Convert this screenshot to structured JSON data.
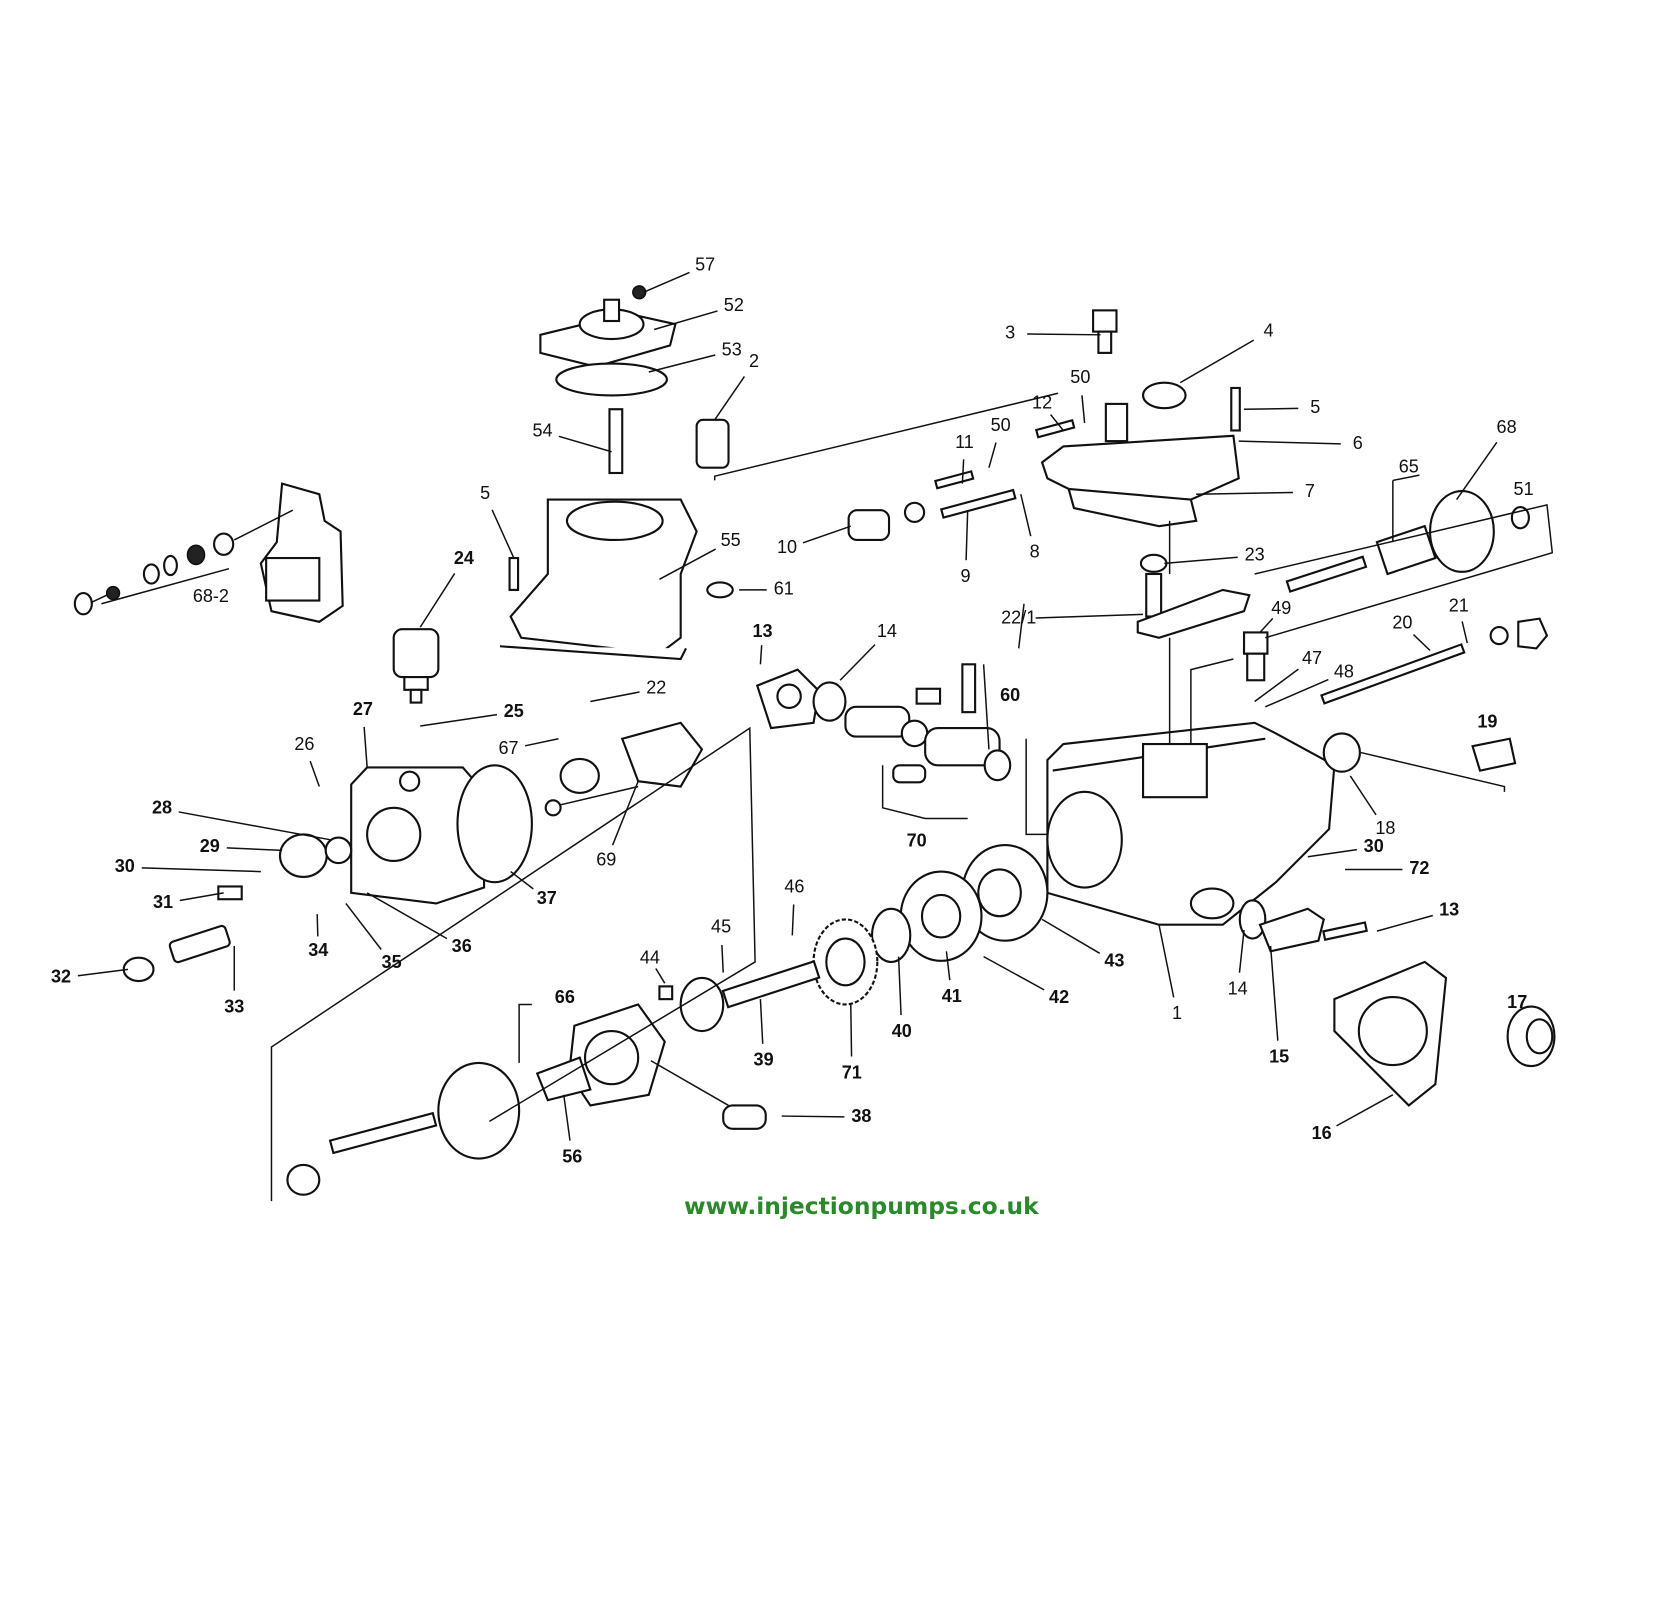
{
  "diagram": {
    "type": "exploded parts diagram",
    "website": "www.injectionpumps.co.uk",
    "labels": [
      "57",
      "52",
      "53",
      "2",
      "54",
      "5",
      "55",
      "61",
      "68-2",
      "24",
      "22",
      "25",
      "27",
      "26",
      "67",
      "69",
      "28",
      "29",
      "30",
      "31",
      "37",
      "36",
      "34",
      "35",
      "32",
      "33",
      "13",
      "14",
      "60",
      "70",
      "3",
      "4",
      "50",
      "12",
      "11",
      "50",
      "5",
      "6",
      "7",
      "10",
      "9",
      "8",
      "23",
      "22/1",
      "65",
      "68",
      "51",
      "49",
      "47",
      "48",
      "20",
      "21",
      "19",
      "18",
      "30",
      "72",
      "13",
      "14",
      "15",
      "1",
      "43",
      "42",
      "41",
      "40",
      "71",
      "46",
      "45",
      "44",
      "39",
      "66",
      "56",
      "38",
      "16",
      "17"
    ],
    "colors": {
      "ink": "#111111",
      "website": "#2a8a2a"
    }
  }
}
